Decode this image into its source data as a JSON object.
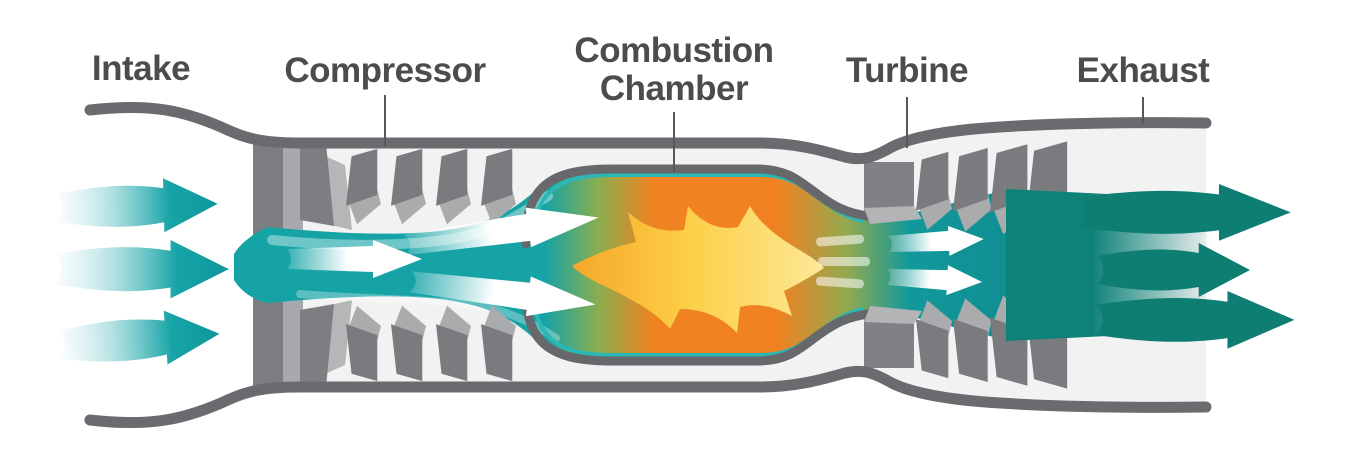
{
  "diagram": {
    "type": "jet-engine-cross-section",
    "flow_direction": "left-to-right",
    "labels": {
      "intake": "Intake",
      "compressor": "Compressor",
      "combustion_line1": "Combustion",
      "combustion_line2": "Chamber",
      "turbine": "Turbine",
      "exhaust": "Exhaust"
    },
    "colors": {
      "intake_air_teal": "#12a1a5",
      "compressed_air_teal": "#16a3a6",
      "combustion_orange": "#f08222",
      "flame_yellow": "#fcce45",
      "flame_pale_yellow": "#fde998",
      "exhaust_teal_dark": "#0e7e73",
      "casing_gray": "#696b6e",
      "blade_gray_dark": "#797b7e",
      "blade_gray_light": "#a9abad",
      "engine_interior_gray": "#f2f2f3",
      "label_text": "#4b4c4e"
    }
  }
}
